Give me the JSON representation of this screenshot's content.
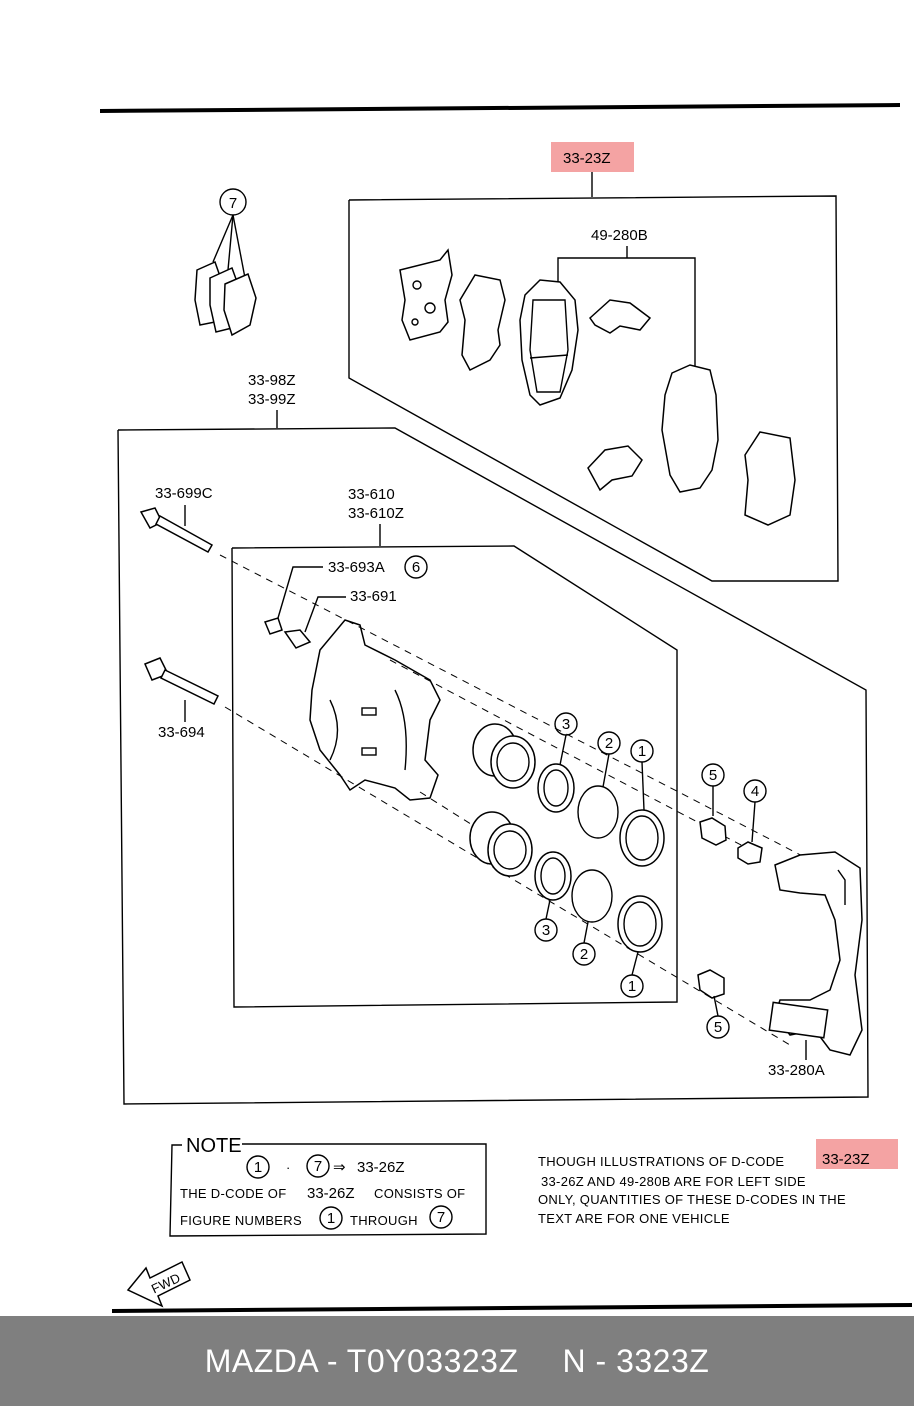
{
  "labels": {
    "kit_code": "33-23Z",
    "pad_set": "49-280B",
    "caliper_line1": "33-98Z",
    "caliper_line2": "33-99Z",
    "bolt_upper": "33-699C",
    "bolt_lower": "33-694",
    "body_line1": "33-610",
    "body_line2": "33-610Z",
    "bleeder_cap": "33-693A",
    "bleeder_screw": "33-691",
    "bracket": "33-280A"
  },
  "callouts": {
    "seven": "7",
    "six": "6",
    "five_a": "5",
    "five_b": "5",
    "four": "4",
    "three_a": "3",
    "three_b": "3",
    "two_a": "2",
    "two_b": "2",
    "one_a": "1",
    "one_b": "1"
  },
  "note": {
    "title": "NOTE",
    "from_num": "1",
    "to_num": "7",
    "arrow": "⇒",
    "target": "33-26Z",
    "line2_prefix": "THE D-CODE OF",
    "line2_code": "33-26Z",
    "line2_suffix": "CONSISTS OF",
    "line3_prefix": "FIGURE NUMBERS",
    "line3_from": "1",
    "line3_mid": "THROUGH",
    "line3_to": "7"
  },
  "remark": {
    "line1_text": "THOUGH ILLUSTRATIONS OF D-CODE",
    "line1_code": "33-23Z",
    "line2": "33-26Z  AND 49-280B  ARE FOR LEFT SIDE",
    "line3": "ONLY, QUANTITIES OF THESE D-CODES IN THE",
    "line4": "TEXT ARE FOR ONE VEHICLE"
  },
  "fwd_label": "FWD",
  "footer": {
    "left": "MAZDA - T0Y03323Z",
    "right": "N - 3323Z"
  },
  "colors": {
    "highlight": "#f4a3a3",
    "footer_bg": "#7f7f7f",
    "footer_text": "#ffffff"
  }
}
